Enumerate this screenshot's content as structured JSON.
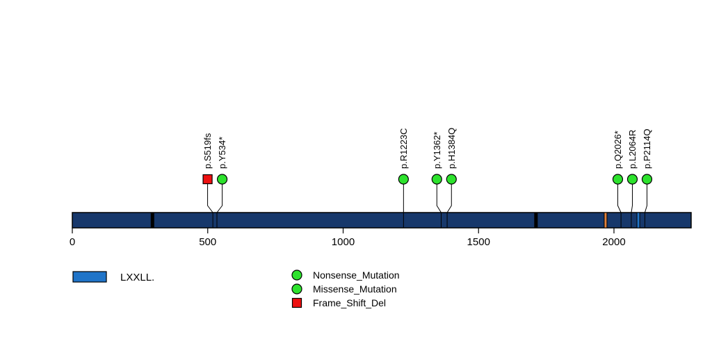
{
  "figure": {
    "background_color": "#ffffff"
  },
  "chart_data": {
    "type": "lollipop",
    "title": "",
    "xlabel": "",
    "xlim": [
      0,
      2285
    ],
    "x_ticks": [
      0,
      500,
      1000,
      1500,
      2000
    ],
    "protein_bar_color": "#17386B",
    "stem_color": "#000000",
    "mutations": [
      {
        "label": "p.S519fs",
        "position": 519,
        "type": "Frame_Shift_Del",
        "marker": "square",
        "color": "#EE1111"
      },
      {
        "label": "p.Y534*",
        "position": 534,
        "type": "Nonsense_Mutation",
        "marker": "circle",
        "color": "#2DE22D"
      },
      {
        "label": "p.R1223C",
        "position": 1223,
        "type": "Missense_Mutation",
        "marker": "circle",
        "color": "#2DE22D"
      },
      {
        "label": "p.Y1362*",
        "position": 1362,
        "type": "Nonsense_Mutation",
        "marker": "circle",
        "color": "#2DE22D"
      },
      {
        "label": "p.H1384Q",
        "position": 1384,
        "type": "Missense_Mutation",
        "marker": "circle",
        "color": "#2DE22D"
      },
      {
        "label": "p.Q2026*",
        "position": 2026,
        "type": "Nonsense_Mutation",
        "marker": "circle",
        "color": "#2DE22D"
      },
      {
        "label": "p.L2064R",
        "position": 2064,
        "type": "Missense_Mutation",
        "marker": "circle",
        "color": "#2DE22D"
      },
      {
        "label": "p.P2114Q",
        "position": 2114,
        "type": "Missense_Mutation",
        "marker": "circle",
        "color": "#2DE22D"
      }
    ],
    "domain_marks": [
      {
        "position": 296,
        "color": "#000000"
      },
      {
        "position": 1712,
        "color": "#000000"
      },
      {
        "position": 1969,
        "color": "#E0813C"
      },
      {
        "position": 2090,
        "color": "#2074C8"
      }
    ],
    "legend": {
      "domains": [
        {
          "label": "LXXLL.",
          "color": "#2074C8"
        }
      ],
      "mutation_types": [
        {
          "label": "Nonsense_Mutation",
          "marker": "circle",
          "color": "#2DE22D"
        },
        {
          "label": "Missense_Mutation",
          "marker": "circle",
          "color": "#2DE22D"
        },
        {
          "label": "Frame_Shift_Del",
          "marker": "square",
          "color": "#EE1111"
        }
      ]
    }
  }
}
